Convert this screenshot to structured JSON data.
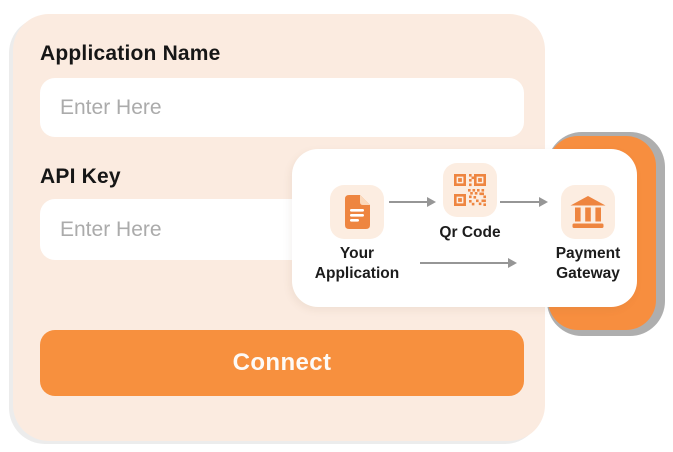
{
  "form": {
    "application_name": {
      "label": "Application Name",
      "placeholder": "Enter Here"
    },
    "api_key": {
      "label": "API Key",
      "placeholder": "Enter Here"
    },
    "connect_label": "Connect"
  },
  "diagram": {
    "your_application_label": "Your Application",
    "qr_code_label": "Qr Code",
    "payment_gateway_label": "Payment Gateway"
  },
  "colors": {
    "accent_orange": "#f7903e",
    "icon_orange": "#ee8540",
    "card_peach": "#fbebe0",
    "icon_tile_peach": "#fcede1",
    "placeholder_gray": "#ababab",
    "arrow_gray": "#969696",
    "tab_shadow_gray": "#aeaeae",
    "text_dark": "#161616"
  }
}
